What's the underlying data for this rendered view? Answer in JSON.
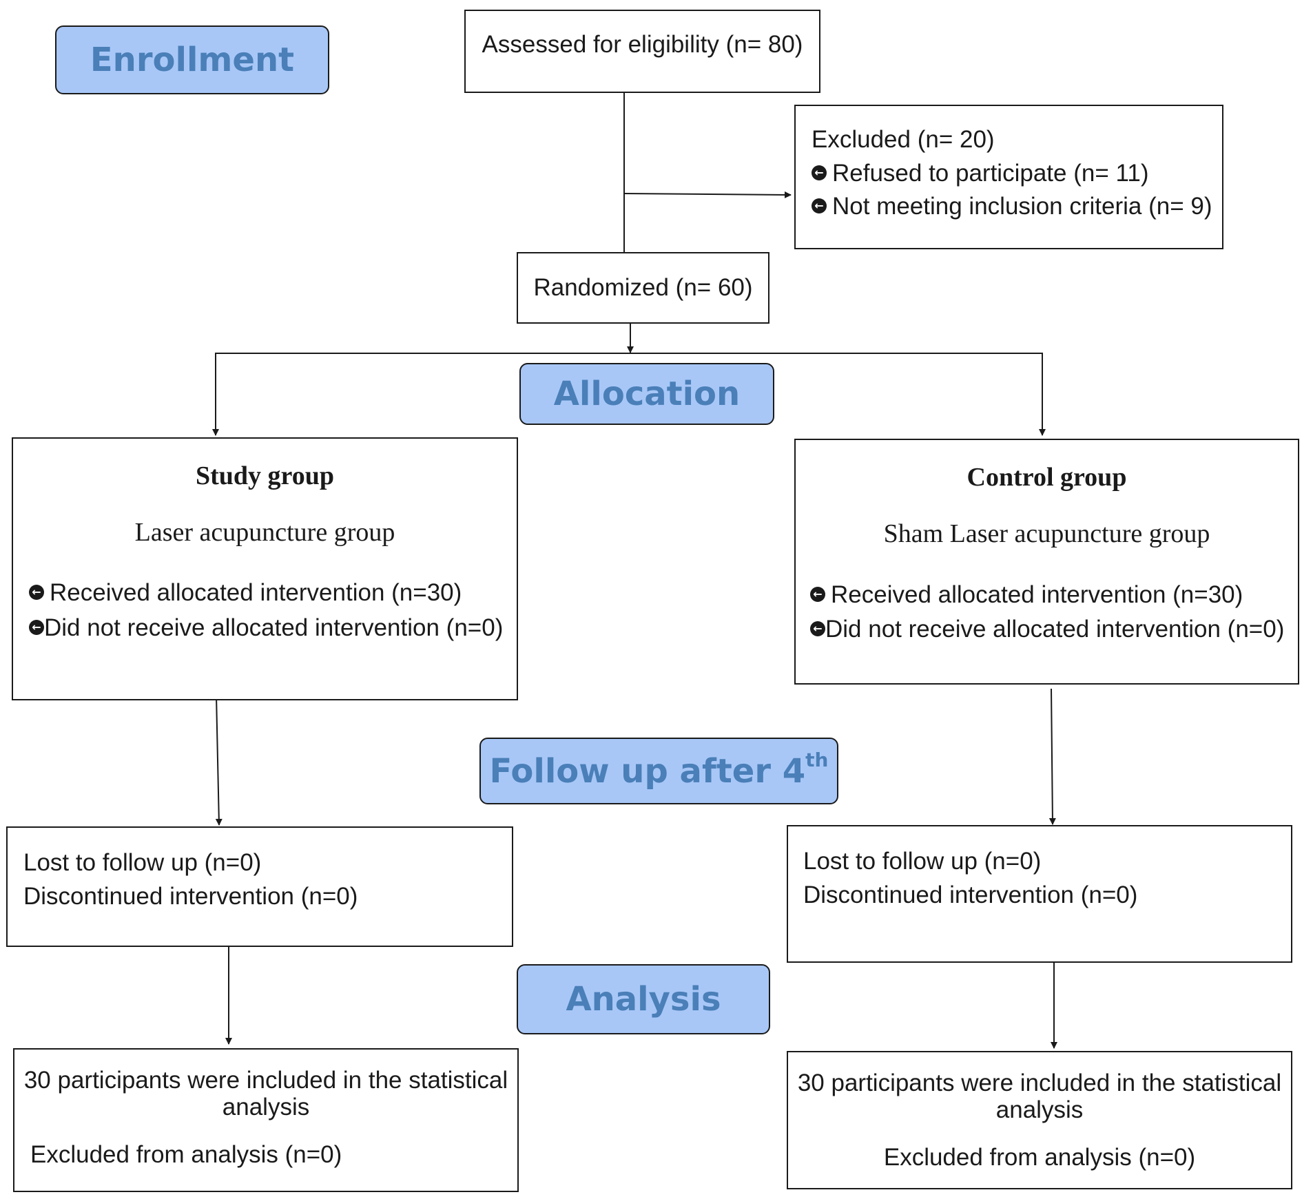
{
  "stages": {
    "enrollment": "Enrollment",
    "allocation": "Allocation",
    "follow_up": "Follow up after 4",
    "follow_up_sup": "th",
    "analysis": "Analysis"
  },
  "assessed": "Assessed for eligibility (n= 80)",
  "excluded": {
    "title": "Excluded (n= 20)",
    "items": [
      "Refused to participate (n= 11)",
      "Not meeting inclusion criteria (n= 9)"
    ]
  },
  "randomized": "Randomized (n= 60)",
  "study_group": {
    "title": "Study group",
    "subtitle": "Laser acupuncture group",
    "received": "Received allocated intervention (n=30)",
    "not_received": "Did not receive allocated intervention (n=0)",
    "lost": "Lost to follow up (n=0)",
    "discontinued": "Discontinued intervention (n=0)",
    "analysis_line1": "30 participants were included in the statistical",
    "analysis_line2": "analysis",
    "excluded_analysis": "Excluded from analysis (n=0)"
  },
  "control_group": {
    "title": "Control group",
    "subtitle": "Sham Laser acupuncture group",
    "received": "Received allocated intervention (n=30)",
    "not_received": "Did not receive allocated intervention (n=0)",
    "lost": "Lost to follow up (n=0)",
    "discontinued": "Discontinued intervention (n=0)",
    "analysis_line1": "30 participants were included in the statistical",
    "analysis_line2": "analysis",
    "excluded_analysis": "Excluded from analysis (n=0)"
  },
  "colors": {
    "stage_fill": "#a8c7f7",
    "stage_text": "#4a7fb8",
    "line": "#1a1a1a"
  }
}
